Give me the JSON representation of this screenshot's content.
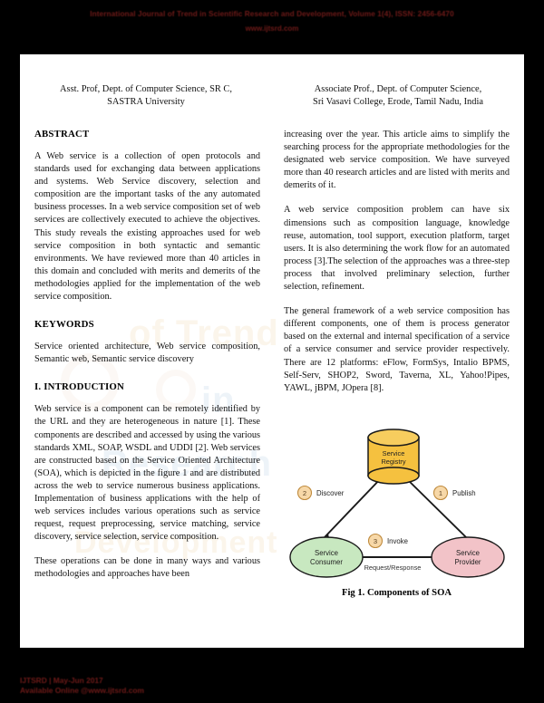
{
  "header": {
    "line1": "International Journal of Trend in Scientific Research and Development, Volume 1(4), ISSN: 2456-6470",
    "line2": "www.ijtsrd.com",
    "color": "#6e1a18"
  },
  "affiliations": {
    "left_line1": "Asst. Prof, Dept. of Computer Science, SR C,",
    "left_line2": "SASTRA University",
    "right_line1": "Associate Prof., Dept. of Computer Science,",
    "right_line2": "Sri Vasavi College, Erode, Tamil Nadu, India"
  },
  "left_column": {
    "abstract_heading": "ABSTRACT",
    "abstract_text": "A Web service is a collection of open protocols and standards used for exchanging data between applications and systems. Web Service discovery, selection and composition are the important tasks of the any automated business processes. In a web service composition set of web services are collectively executed to achieve the objectives. This study reveals the existing approaches used for web service composition in both syntactic and semantic environments. We have reviewed more than 40 articles in this domain and concluded with merits and demerits of the methodologies applied for the implementation of the web service composition.",
    "keywords_heading": "KEYWORDS",
    "keywords_text": "Service oriented architecture, Web service composition, Semantic web, Semantic service discovery",
    "intro_heading": "I. INTRODUCTION",
    "intro_p1": "Web service is a component can be remotely identified by the URL and they are heterogeneous in nature [1]. These components are described and accessed by using the various standards XML, SOAP, WSDL and UDDI [2]. Web services are constructed based on the Service Oriented Architecture (SOA), which is depicted in the figure 1 and are distributed across the web to service numerous business applications. Implementation of business applications with the help of web services includes various operations such as service request, request preprocessing, service matching, service discovery, service selection, service composition.",
    "intro_p2": "These operations can be done in many ways and various methodologies and approaches have been"
  },
  "right_column": {
    "p1": "increasing over the year.  This article aims to simplify the searching process for the appropriate methodologies for the designated web service composition. We have surveyed more than 40 research articles and are listed with merits and demerits of it.",
    "p2": "A web service composition problem can have six dimensions such as composition language, knowledge reuse, automation, tool support, execution platform, target users. It is also determining the work flow for an automated process [3].The selection of the approaches was a three-step process that involved preliminary selection, further selection, refinement.",
    "p3": "The general framework of a web service composition has different components, one of them is process generator based on the external and internal specification of a service of a service consumer and service provider respectively. There are 12 platforms: eFlow, FormSys, Intalio BPMS, Self-Serv, SHOP2, Sword, Taverna, XL, Yahoo!Pipes, YAWL, jBPM, JOpera [8]."
  },
  "figure": {
    "caption": "Fig 1. Components of SOA",
    "registry_label_line1": "Service",
    "registry_label_line2": "Registry",
    "consumer_label_line1": "Service",
    "consumer_label_line2": "Consumer",
    "provider_label_line1": "Service",
    "provider_label_line2": "Provider",
    "step1_number": "1",
    "step1_label": "Publish",
    "step2_number": "2",
    "step2_label": "Discover",
    "step3_number": "3",
    "step3_label": "Invoke",
    "request_response_label": "Request/Response",
    "colors": {
      "registry_fill": "#f5c13f",
      "consumer_fill": "#c8e8c0",
      "provider_fill": "#f2c3c8",
      "badge_fill": "#f7d8a8",
      "stroke": "#1a1a1a"
    }
  },
  "watermark": {
    "a": "of Trend",
    "b": "in",
    "c": "Research",
    "d": "Development"
  },
  "footer": {
    "line1": "IJTSRD | May-Jun 2017",
    "line2": "Available Online @www.ijtsrd.com"
  }
}
